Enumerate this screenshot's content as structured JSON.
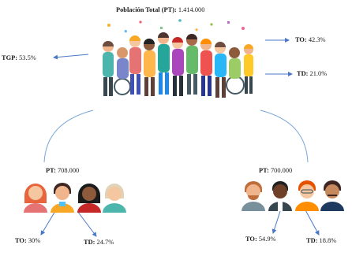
{
  "top": {
    "label": "Población Total (PT):",
    "value": "1.414.000"
  },
  "left_stats": [
    {
      "label": "TGP:",
      "value": "53.5%"
    }
  ],
  "right_stats": [
    {
      "label": "TO:",
      "value": "42.3%"
    },
    {
      "label": "TD:",
      "value": "21.0%"
    }
  ],
  "groups": [
    {
      "pt": {
        "label": "PT:",
        "value": "708.000"
      },
      "to": {
        "label": "TO:",
        "value": "30%"
      },
      "td": {
        "label": "TD:",
        "value": "24.7%"
      }
    },
    {
      "pt": {
        "label": "PT:",
        "value": "700.000"
      },
      "to": {
        "label": "TO:",
        "value": "54.9%"
      },
      "td": {
        "label": "TD:",
        "value": "18.8%"
      }
    }
  ],
  "colors": {
    "arrow": "#4a78c8"
  }
}
